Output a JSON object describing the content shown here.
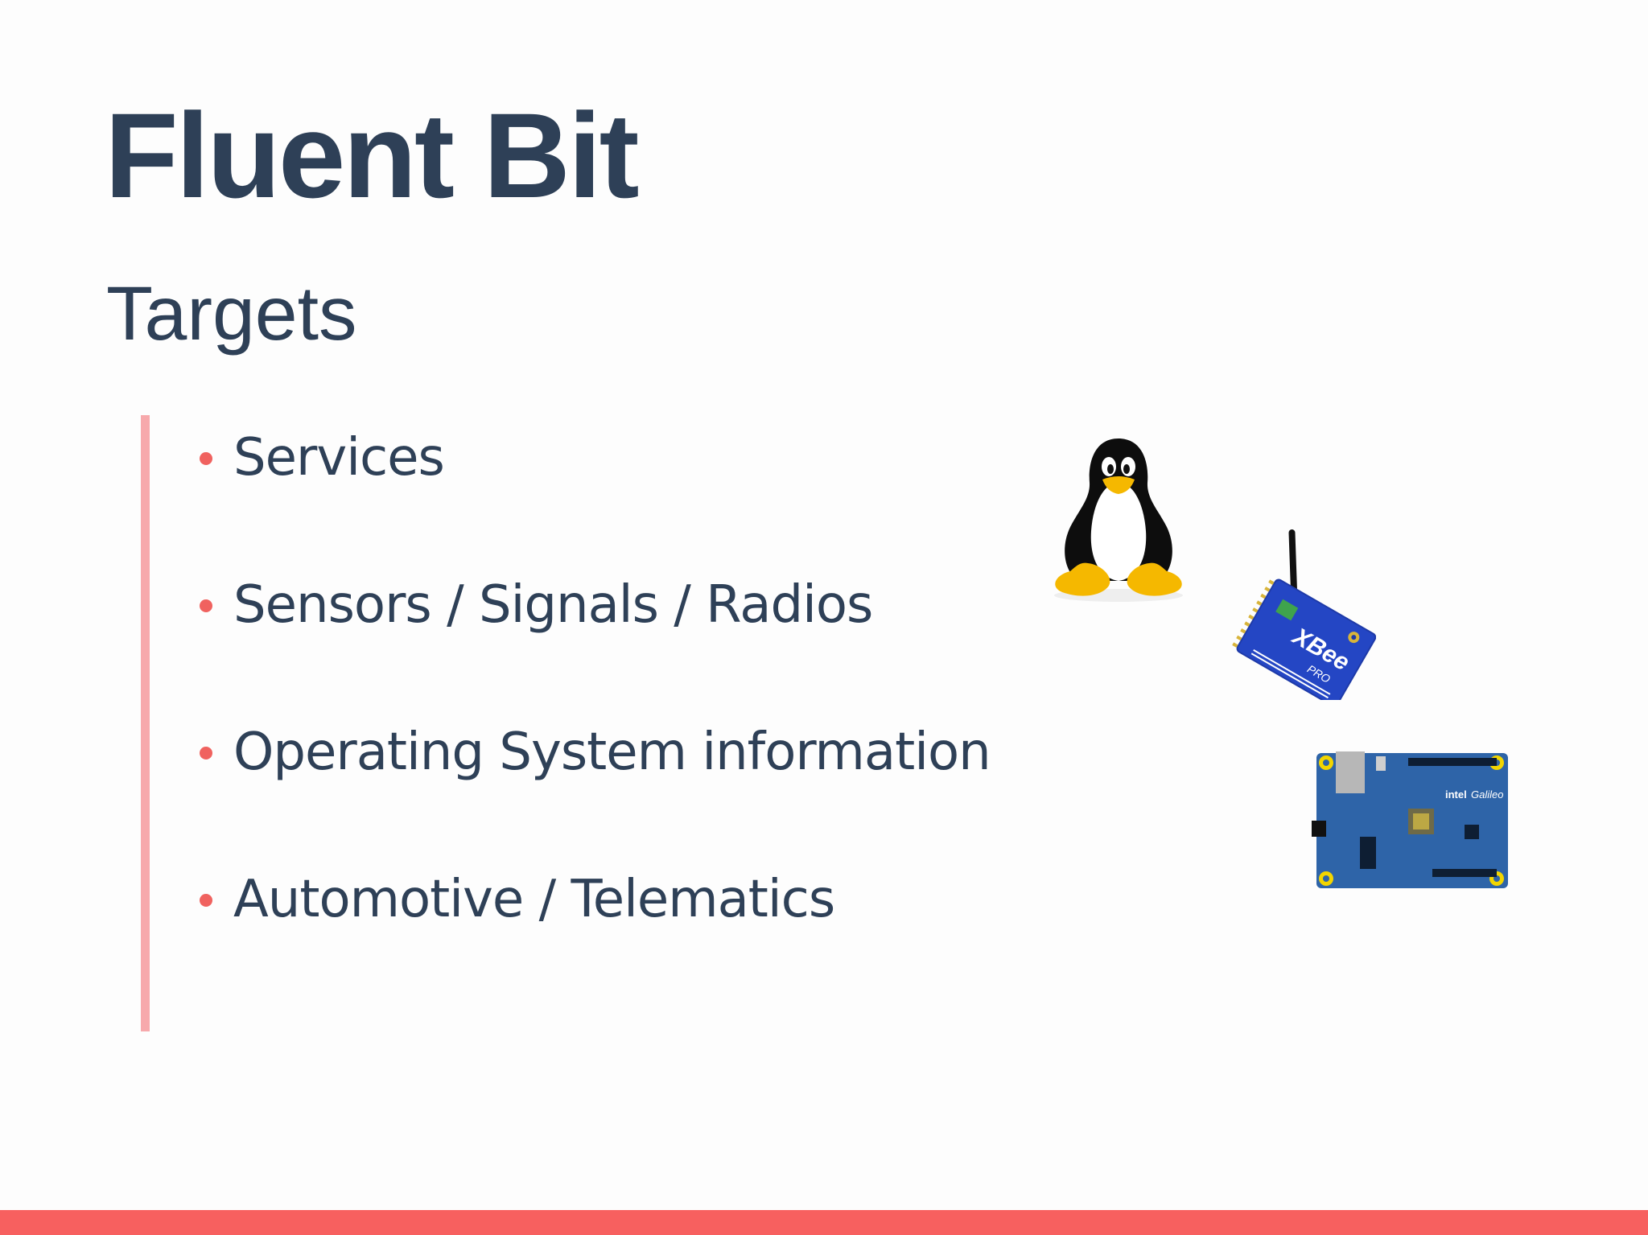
{
  "slide": {
    "title": "Fluent Bit",
    "subtitle": "Targets",
    "bullets": [
      "Services",
      "Sensors / Signals / Radios",
      "Operating System information",
      "Automotive / Telematics"
    ],
    "board_brand": {
      "logo": "intel",
      "name": "Galileo"
    },
    "radio_label": {
      "name": "XBee",
      "model": "PRO"
    }
  },
  "colors": {
    "title": "#2e4057",
    "accent": "#f7605f",
    "quote_bar": "#f7a9ac",
    "background": "#fdfdfd"
  },
  "icons": [
    "linux-tux-icon",
    "xbee-radio-module-icon",
    "intel-galileo-board-icon"
  ]
}
